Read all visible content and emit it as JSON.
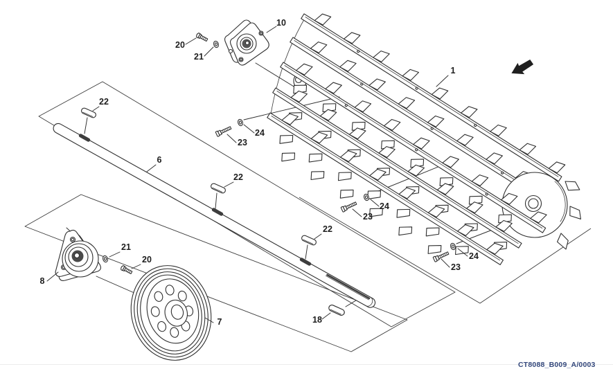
{
  "figure": {
    "background_color": "#ffffff",
    "line_color": "#2e2e2e",
    "callout_color": "#1d1d1d",
    "drawing_number": "CT8088_B009_A/0003",
    "drawing_number_color": "#34487c"
  },
  "callouts": {
    "rotor": "1",
    "shaft": "6",
    "pulley": "7",
    "bearing_left": "8",
    "bearing_top": "10",
    "key_shaft_end": "18",
    "screw_top": "20",
    "washer_top": "21",
    "screw_bottom": "20",
    "washer_bottom": "21",
    "key_a": "22",
    "key_b": "22",
    "key_c": "22",
    "bolt_a": "23",
    "bolt_b": "23",
    "bolt_c": "23",
    "washer_a": "24",
    "washer_b": "24",
    "washer_c": "24"
  }
}
